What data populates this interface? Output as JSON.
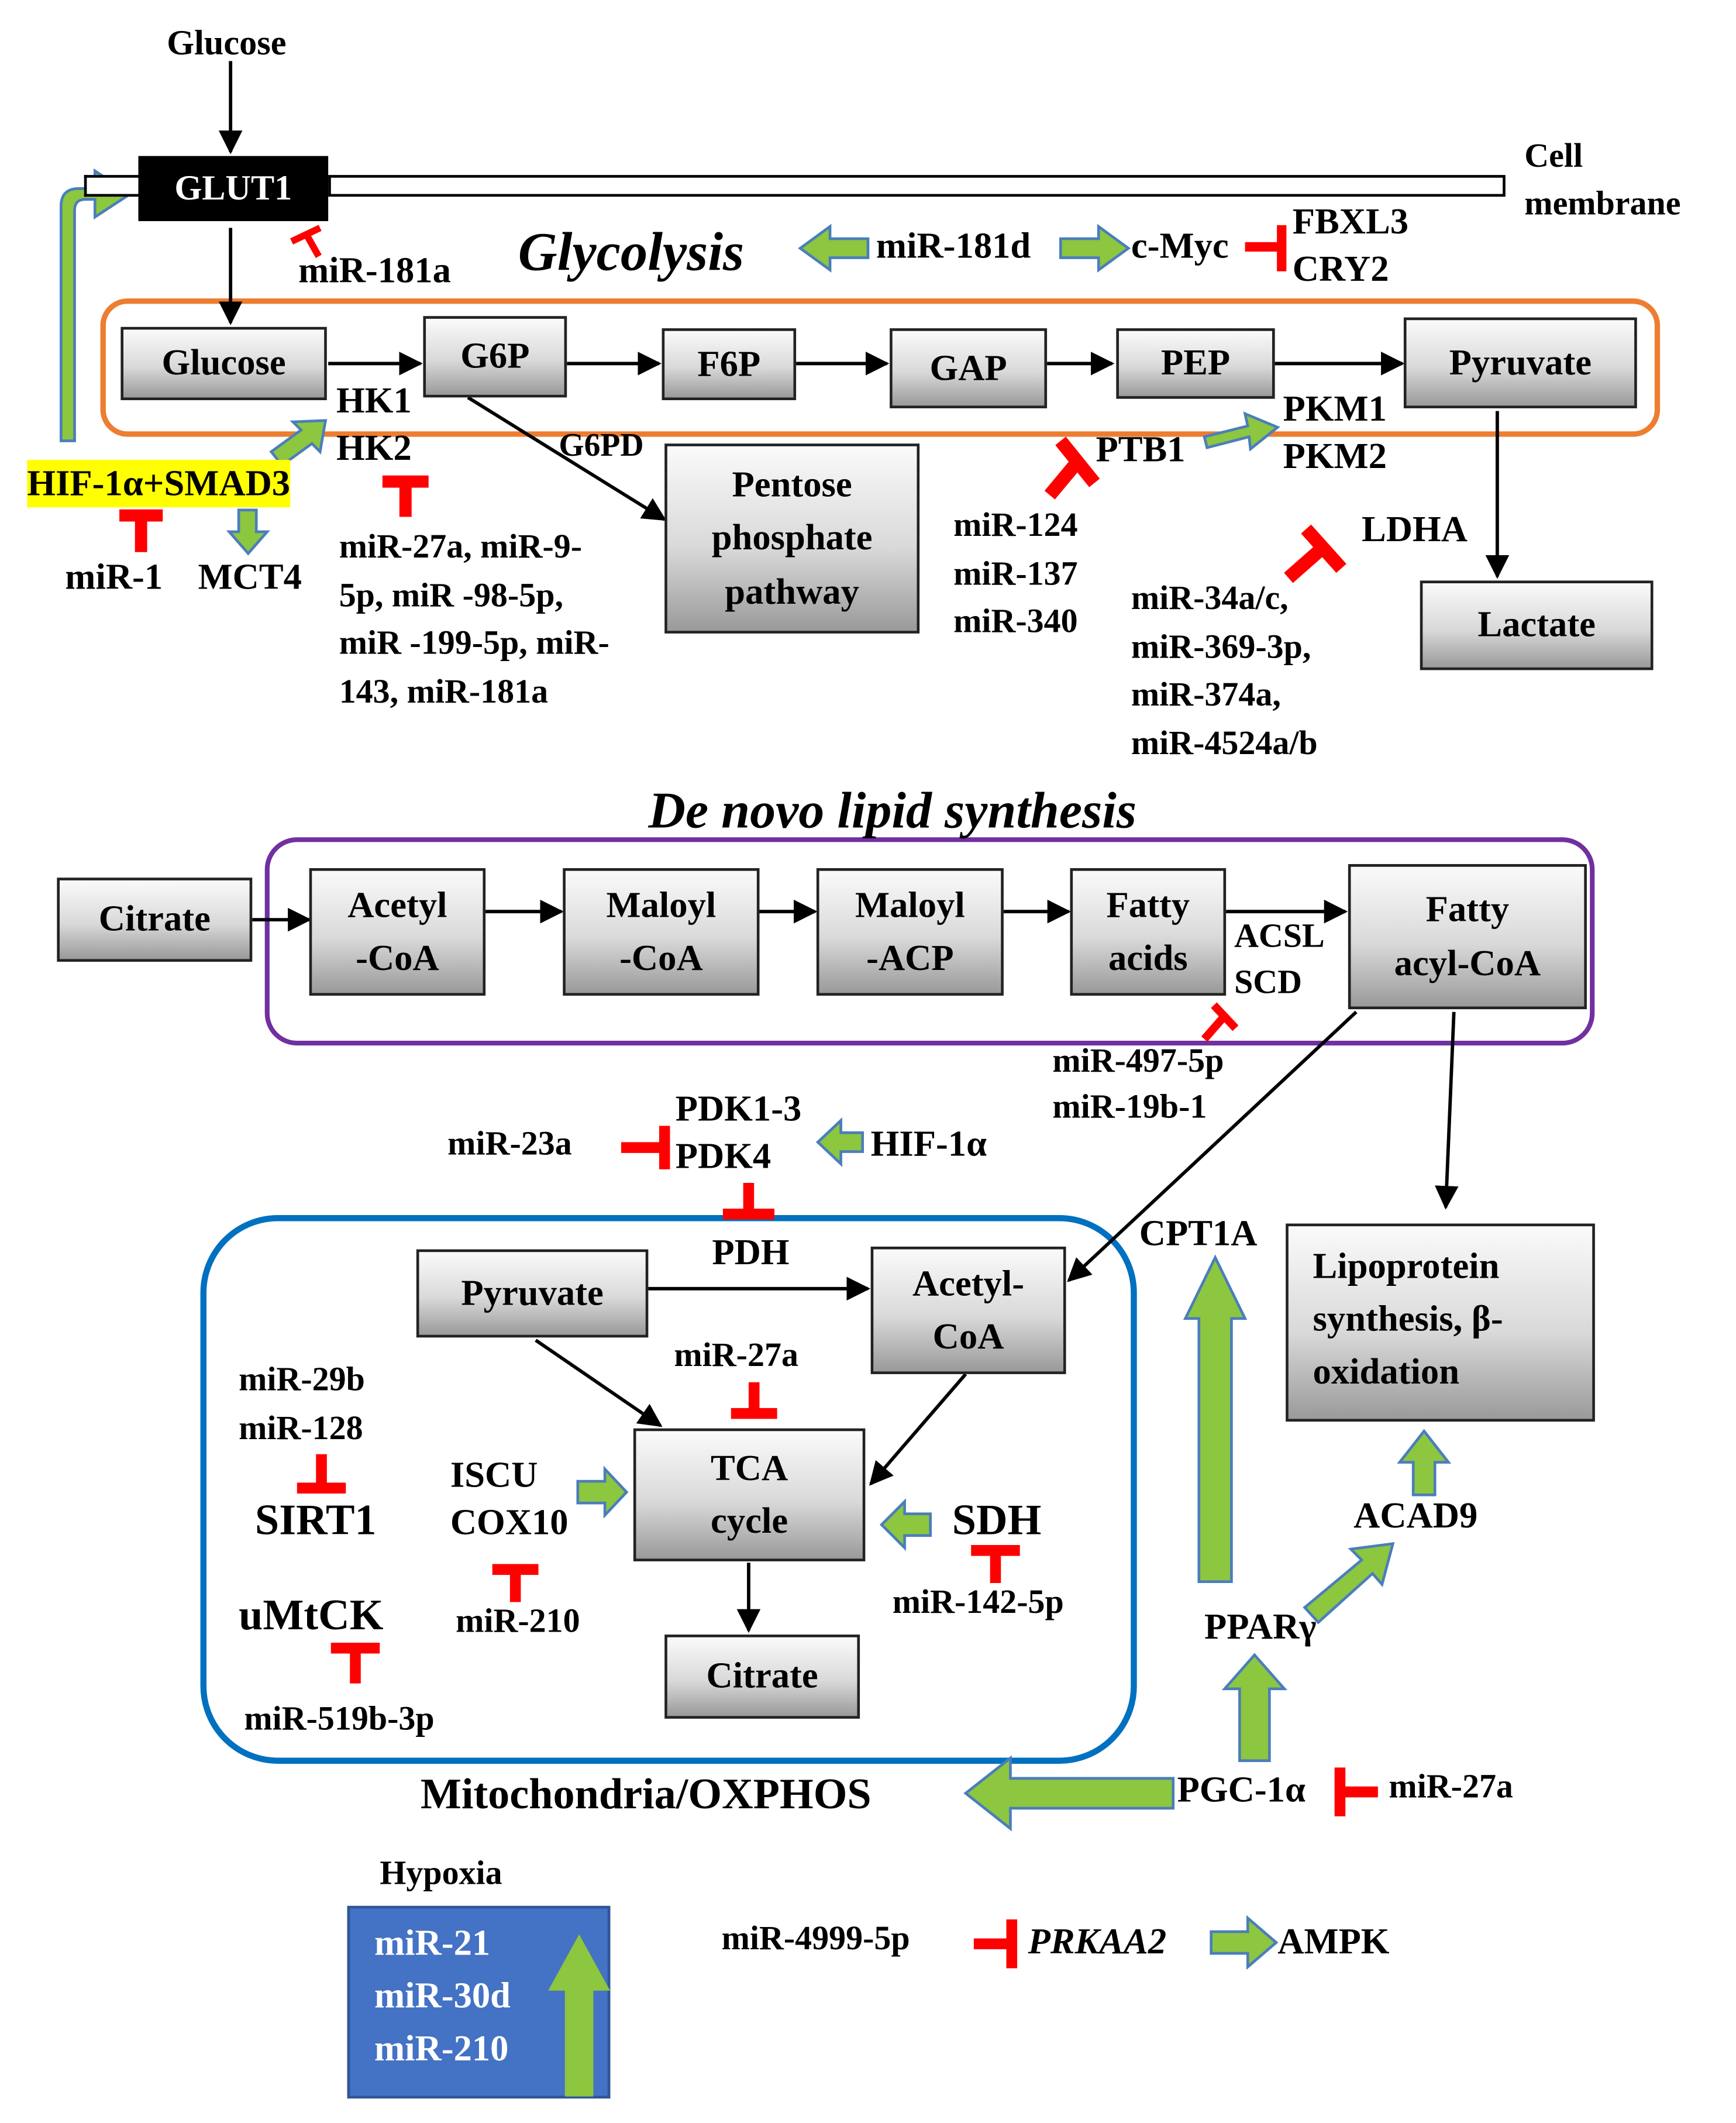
{
  "external": {
    "glucose": "Glucose",
    "glut1": "GLUT1",
    "cell_membrane": "Cell\nmembrane"
  },
  "glycolysis": {
    "title": "Glycolysis",
    "mir181d": "miR-181d",
    "cmyc": "c-Myc",
    "fbxl3_cry2": "FBXL3\nCRY2",
    "mir181a": "miR-181a",
    "steps": {
      "glucose": "Glucose",
      "g6p": "G6P",
      "f6p": "F6P",
      "gap": "GAP",
      "pep": "PEP",
      "pyruvate": "Pyruvate"
    },
    "hk": "HK1\nHK2",
    "g6pd": "G6PD",
    "ppp": "Pentose\nphosphate\npathway",
    "pkm": "PKM1\nPKM2",
    "ptb1": "PTB1",
    "ldha": "LDHA",
    "lactate": "Lactate",
    "hif_smad": "HIF-1α+SMAD3",
    "mir1": "miR-1",
    "mct4": "MCT4",
    "hk_mirs": "miR-27a, miR-9-\n5p, miR -98-5p,\nmiR -199-5p, miR-\n143, miR-181a",
    "ptb1_mirs": "miR-124\nmiR-137\nmiR-340",
    "ldha_mirs": "miR-34a/c,\nmiR-369-3p,\nmiR-374a,\nmiR-4524a/b"
  },
  "lipid": {
    "title": "De novo lipid synthesis",
    "citrate": "Citrate",
    "acetyl_coa": "Acetyl\n-CoA",
    "maloyl_coa": "Maloyl\n-CoA",
    "maloyl_acp": "Maloyl\n-ACP",
    "fatty_acids": "Fatty\nacids",
    "fatty_acyl": "Fatty\nacyl-CoA",
    "acsl_scd": "ACSL\nSCD",
    "mirs": "miR-497-5p\nmiR-19b-1"
  },
  "mito": {
    "pdk": "PDK1-3\nPDK4",
    "mir23a": "miR-23a",
    "hif1a": "HIF-1α",
    "pdh": "PDH",
    "pyruvate": "Pyruvate",
    "acetyl_coa": "Acetyl-\nCoA",
    "mir27a_tca": "miR-27a",
    "tca": "TCA\ncycle",
    "citrate": "Citrate",
    "mir29b_128": "miR-29b\nmiR-128",
    "sirt1": "SIRT1",
    "umtck": "uMtCK",
    "mir519b": "miR-519b-3p",
    "iscu_cox": "ISCU\nCOX10",
    "mir210": "miR-210",
    "sdh": "SDH",
    "mir142": "miR-142-5p",
    "label": "Mitochondria/OXPHOS"
  },
  "right": {
    "cpt1a": "CPT1A",
    "lipoprotein": "Lipoprotein\nsynthesis, β-\noxidation",
    "acad9": "ACAD9",
    "ppar": "PPARγ",
    "pgc1a": "PGC-1α",
    "mir27a": "miR-27a"
  },
  "hypoxia": {
    "title": "Hypoxia",
    "mirs": [
      "miR-21",
      "miR-30d",
      "miR-210"
    ]
  },
  "ampk": {
    "mir4999": "miR-4999-5p",
    "prkaa2": "PRKAA2",
    "ampk": "AMPK"
  },
  "colors": {
    "activation_arrow": "#8dc63f",
    "arrow_outline": "#4a7ebb",
    "inhibition": "#ff0000",
    "glycolysis_frame": "#ed7d31",
    "lipid_frame": "#7030a0",
    "mito_frame": "#0070c0",
    "hypoxia_box": "#4472c4",
    "highlight": "#ffff00"
  }
}
